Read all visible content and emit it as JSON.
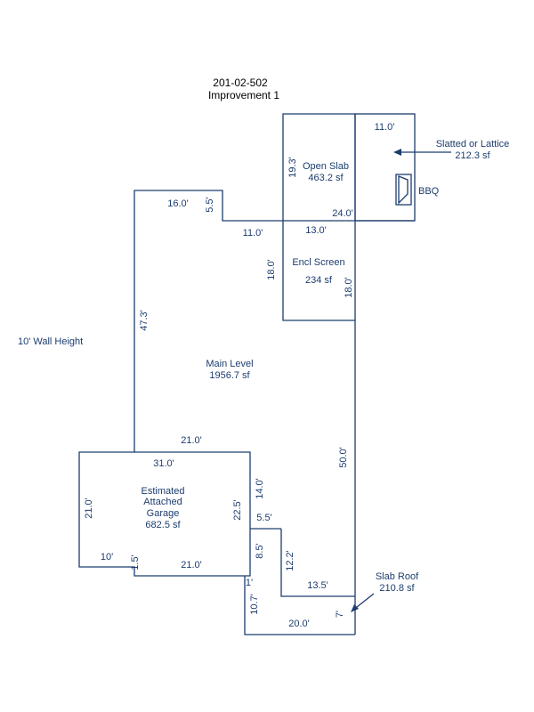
{
  "header": {
    "id": "201-02-502",
    "subtitle": "Improvement 1"
  },
  "notes": {
    "wall_height": "10' Wall Height"
  },
  "areas": {
    "open_slab": {
      "name": "Open Slab",
      "area": "463.2 sf"
    },
    "slatted": {
      "name": "Slatted or Lattice",
      "area": "212.3 sf"
    },
    "bbq": {
      "name": "BBQ"
    },
    "encl_screen": {
      "name": "Encl Screen",
      "area": "234 sf"
    },
    "main_level": {
      "name": "Main Level",
      "area": "1956.7 sf"
    },
    "garage": {
      "line1": "Estimated",
      "line2": "Attached",
      "line3": "Garage",
      "area": "682.5 sf"
    },
    "slab_roof": {
      "name": "Slab Roof",
      "area": "210.8 sf"
    }
  },
  "dimensions": {
    "d_11_0_top": "11.0'",
    "d_19_3": "19.3'",
    "d_24_0": "24.0'",
    "d_16_0": "16.0'",
    "d_5_5_top": "5.5'",
    "d_11_0_mid": "11.0'",
    "d_13_0": "13.0'",
    "d_18_0_left": "18.0'",
    "d_18_0_right": "18.0'",
    "d_47_3": "47.3'",
    "d_21_0_main": "21.0'",
    "d_31_0": "31.0'",
    "d_50_0": "50.0'",
    "d_21_0_garage_left": "21.0'",
    "d_22_5": "22.5'",
    "d_14_0": "14.0'",
    "d_5_5_mid": "5.5'",
    "d_10": "10'",
    "d_1_5": "1.5'",
    "d_21_0_garage_bottom": "21.0'",
    "d_8_5": "8.5'",
    "d_12_2": "12.2'",
    "d_1": "1'",
    "d_13_5": "13.5'",
    "d_10_7": "10.7'",
    "d_7": "7'",
    "d_20_0": "20.0'"
  },
  "colors": {
    "line": "#1c3d6e",
    "header": "#000000"
  }
}
